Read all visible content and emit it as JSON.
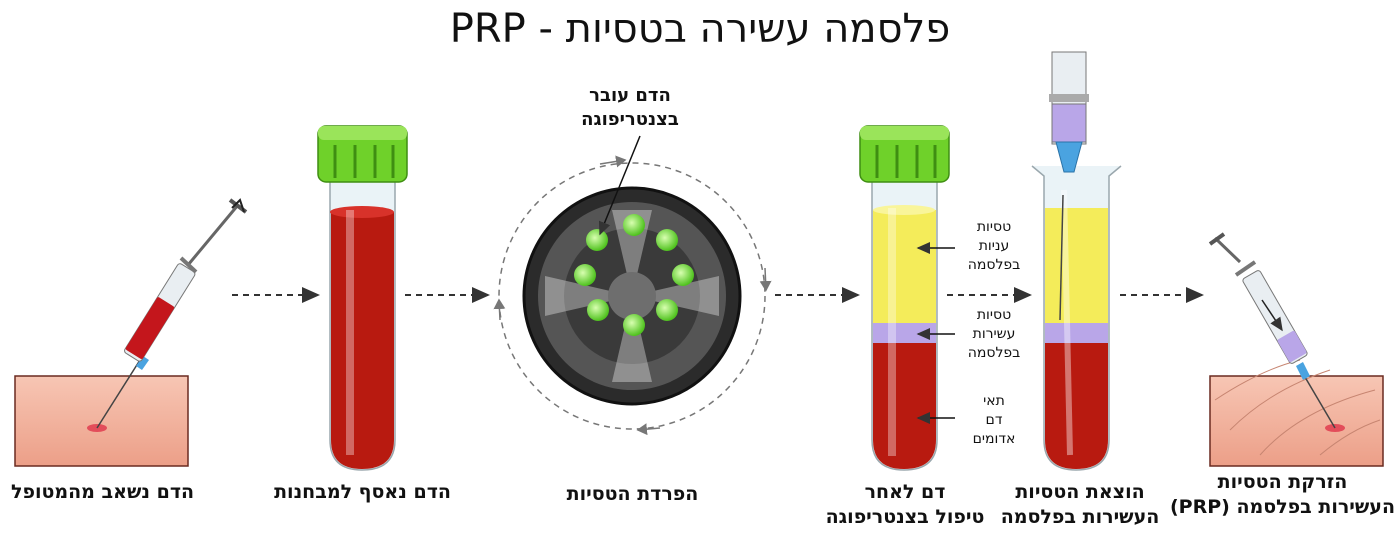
{
  "title": "פלסמה עשירה בטסיות - PRP",
  "steps": [
    {
      "label": "הדם נשאב מהמטופל"
    },
    {
      "label": "הדם נאסף למבחנות"
    },
    {
      "label": "הפרדת הטסיות"
    },
    {
      "label_line1": "דם לאחר",
      "label_line2": "טיפול בצנטריפוגה"
    },
    {
      "label_line1": "הוצאת הטסיות",
      "label_line2": "העשירות בפלסמה"
    },
    {
      "label_line1": "הזרקת הטסיות",
      "label_line2": "העשירות בפלסמה (PRP)"
    }
  ],
  "centrifuge_note": {
    "line1": "הדם עובר",
    "line2": "בצנטריפוגה"
  },
  "layers": [
    {
      "line1": "טסיות",
      "line2": "עניות",
      "line3": "בפלסמה"
    },
    {
      "line1": "טסיות",
      "line2": "עשירות",
      "line3": "בפלסמה"
    },
    {
      "line1": "תאי",
      "line2": "דם",
      "line3": "אדומים"
    }
  ],
  "colors": {
    "blood": "#b81a10",
    "cap": "#6fd12a",
    "plasma": "#f4ec5a",
    "prp": "#b9a6e8",
    "skin": "#f3b7a2"
  }
}
